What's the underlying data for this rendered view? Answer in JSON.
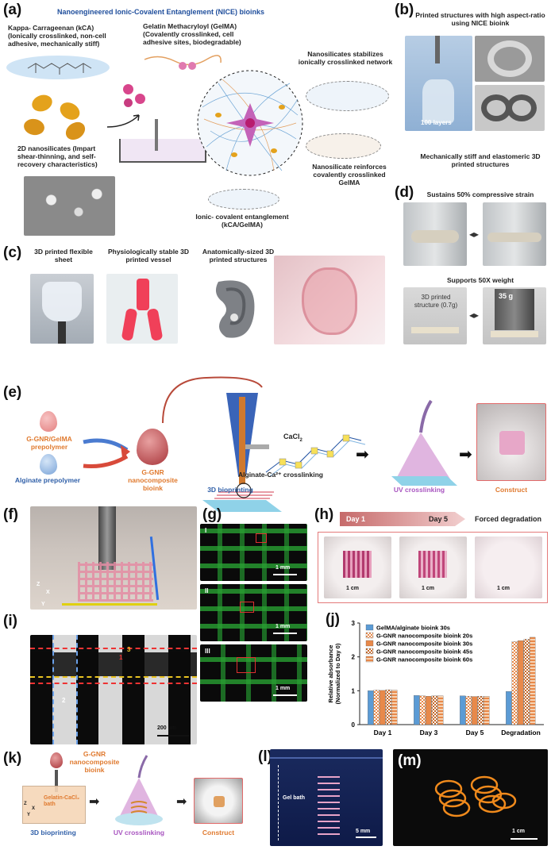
{
  "panel_labels": {
    "a": "(a)",
    "b": "(b)",
    "c": "(c)",
    "d": "(d)",
    "e": "(e)",
    "f": "(f)",
    "g": "(g)",
    "h": "(h)",
    "i": "(i)",
    "j": "(j)",
    "k": "(k)",
    "l": "(l)",
    "m": "(m)"
  },
  "a": {
    "title": "Nanoengineered Ionic-Covalent Entanglement (NICE) bioinks",
    "kca": "Kappa- Carrageenan (kCA)(Ionically crosslinked, non-cell adhesive, mechanically stiff)",
    "gelma": "Gelatin Methacryloyl (GelMA) (Covalently crosslinked, cell adhesive sites, biodegradable)",
    "nanosilicates": "2D nanosilicates (Impart shear-thinning, and self-recovery characteristics)",
    "stabilize": "Nanosilicates stabilizes ionically crosslinked network",
    "reinforce": "Nanosilicate reinforces covalently crosslinked GelMA",
    "entangle": "Ionic- covalent entanglement (kCA/GelMA)"
  },
  "b": {
    "title": "Printed structures with high aspect-ratio using NICE bioink",
    "layers": "100 layers",
    "caption": "Mechanically stiff and elastomeric 3D printed structures"
  },
  "c": {
    "sheet": "3D printed flexible sheet",
    "vessel": "Physiologically stable 3D printed vessel",
    "anatomical": "Anatomically-sized 3D printed structures"
  },
  "d": {
    "strain": "Sustains 50% compressive strain",
    "weight": "Supports 50X weight",
    "structure": "3D printed structure (0.7g)",
    "mass": "35 g"
  },
  "e": {
    "prepolymer1": "G-GNR/GelMA prepolymer",
    "prepolymer2": "Alginate prepolymer",
    "bioink": "G-GNR nanocomposite bioink",
    "cacl2": "CaCl",
    "cacl2_sub": "2",
    "crosslink": "Alginate-Ca²⁺ crosslinking",
    "bioprinting": "3D bioprinting",
    "uv": "UV crosslinking",
    "construct": "Construct"
  },
  "f": {
    "axis_z": "Z",
    "axis_x": "X",
    "axis_y": "Y"
  },
  "g": {
    "roman": [
      "I",
      "II",
      "III"
    ],
    "scale": "1 mm"
  },
  "h": {
    "day1": "Day 1",
    "day5": "Day 5",
    "forced": "Forced degradation",
    "scale": "1 cm"
  },
  "i": {
    "n1": "1",
    "n2": "2",
    "n3": "3",
    "scale": "200 μm"
  },
  "k": {
    "bioink": "G-GNR nanocomposite bioink",
    "bath": "Gelatin-CaCl₂ bath",
    "axis_z": "Z",
    "axis_x": "X",
    "axis_y": "Y",
    "bioprinting": "3D bioprinting",
    "uv": "UV crosslinking",
    "construct": "Construct"
  },
  "l": {
    "gelbath": "Gel bath",
    "scale": "5 mm"
  },
  "m": {
    "scale": "1 cm"
  },
  "chart_data": {
    "type": "bar",
    "categories": [
      "Day 1",
      "Day 3",
      "Day 5",
      "Degradation"
    ],
    "ylabel": "Relative absorbance (Normalized to Day 0)",
    "xlabel": "",
    "ylim": [
      0,
      3
    ],
    "yticks": [
      0,
      1,
      2,
      3
    ],
    "legend_position": "top-left",
    "series": [
      {
        "name": "GelMA/alginate bioink 30s",
        "color": "#5b9bd5",
        "pattern": "solid",
        "values": [
          1.0,
          0.86,
          0.85,
          0.98
        ]
      },
      {
        "name": "G-GNR nanocomposite bioink 20s",
        "color": "#e8894a",
        "pattern": "check",
        "values": [
          1.02,
          0.85,
          0.84,
          2.45
        ]
      },
      {
        "name": "G-GNR nanocomposite bioink 30s",
        "color": "#e8894a",
        "pattern": "solid",
        "values": [
          1.01,
          0.84,
          0.83,
          2.48
        ]
      },
      {
        "name": "G-GNR nanocomposite bioink 45s",
        "color": "#c6692a",
        "pattern": "check",
        "values": [
          1.03,
          0.85,
          0.84,
          2.52
        ]
      },
      {
        "name": "G-GNR nanocomposite bioink 60s",
        "color": "#e8894a",
        "pattern": "stripe",
        "values": [
          1.02,
          0.85,
          0.84,
          2.58
        ]
      }
    ]
  }
}
